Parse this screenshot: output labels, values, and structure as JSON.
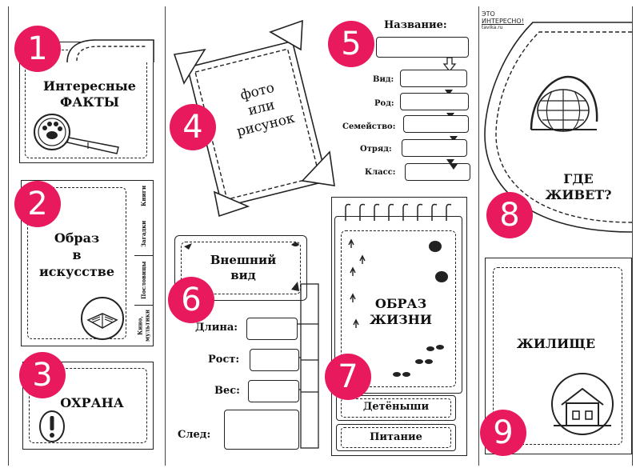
{
  "logo": {
    "text_line1": "ЭТО",
    "text_line2": "ИНТЕРЕСНО!",
    "text_line3": "tavika.ru"
  },
  "badges": [
    "1",
    "2",
    "3",
    "4",
    "5",
    "6",
    "7",
    "8",
    "9"
  ],
  "panel1": {
    "title_line1": "Интересные",
    "title_line2": "ФАКТЫ"
  },
  "panel2": {
    "title_line1": "Образ",
    "title_line2": "в",
    "title_line3": "искусстве",
    "tabs": [
      "Книги",
      "Загадки",
      "Пословицы",
      "Кино, мультики"
    ]
  },
  "panel3": {
    "title": "ОХРАНА"
  },
  "panel4": {
    "text_line1": "фото",
    "text_line2": "или",
    "text_line3": "рисунок"
  },
  "panel5": {
    "name_label": "Название:",
    "fields": [
      "Вид:",
      "Род:",
      "Семейство:",
      "Отряд:",
      "Класс:"
    ]
  },
  "panel6": {
    "title_line1": "Внешний",
    "title_line2": "вид",
    "fields": [
      "Длина:",
      "Рост:",
      "Вес:",
      "След:"
    ]
  },
  "panel7": {
    "title_line1": "ОБРАЗ",
    "title_line2": "ЖИЗНИ",
    "tab1": "Детёныши",
    "tab2": "Питание"
  },
  "panel8": {
    "title_line1": "ГДЕ",
    "title_line2": "ЖИВЕТ?"
  },
  "panel9": {
    "title": "ЖИЛИЩЕ"
  },
  "colors": {
    "badge": "#e8195c",
    "ink": "#222222"
  }
}
